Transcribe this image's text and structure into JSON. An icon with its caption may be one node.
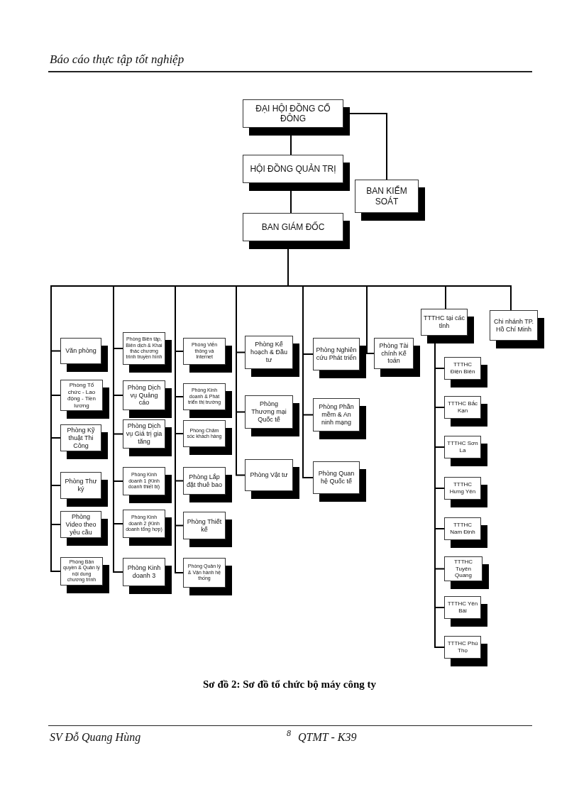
{
  "diagram": {
    "caption": "Sơ đồ 2: Sơ đồ tổ chức bộ máy công ty",
    "nodes": [
      {
        "text": [
          "ĐẠI HỘI ĐỒNG CỔ ĐÔNG"
        ]
      },
      {
        "text": [
          "HỘI ĐỒNG QUẢN TRỊ"
        ]
      },
      {
        "text": [
          "BAN KIỂM SOÁT"
        ]
      },
      {
        "text": [
          "BAN GIÁM ĐỐC"
        ]
      },
      {
        "text": [
          "Văn phòng"
        ]
      },
      {
        "text": [
          "Phòng Tổ chức - Lao động - Tiền lương"
        ]
      },
      {
        "text": [
          "Phòng Kỹ thuật Thi Công"
        ]
      },
      {
        "text": [
          "Phòng Thư ký"
        ]
      },
      {
        "text": [
          "Phòng Video theo yêu cầu"
        ]
      },
      {
        "text": [
          "Phòng Bản quyền & Quản lý nội dung chương trình"
        ]
      },
      {
        "text": [
          "Phòng Biên tập, Biên dịch & Khai thác chương trình truyền hình"
        ]
      },
      {
        "text": [
          "Phòng Dịch vụ Quảng cáo"
        ]
      },
      {
        "text": [
          "Phòng Dịch vụ Giá trị gia tăng"
        ]
      },
      {
        "text": [
          "Phòng Kinh doanh 1 (Kinh doanh thiết bị)"
        ]
      },
      {
        "text": [
          "Phòng Kinh doanh 2 (Kinh doanh tổng hợp)"
        ]
      },
      {
        "text": [
          "Phòng Kinh doanh 3"
        ]
      },
      {
        "text": [
          "Phòng Viễn thông và Internet"
        ]
      },
      {
        "text": [
          "Phòng Kinh doanh & Phát triển thị trường"
        ]
      },
      {
        "text": [
          "Phòng Chăm sóc khách hàng"
        ]
      },
      {
        "text": [
          "Phòng Lắp đặt thuê bao"
        ]
      },
      {
        "text": [
          "Phòng Thiết kế"
        ]
      },
      {
        "text": [
          "Phòng Quản lý & Vận hành hệ thống"
        ]
      },
      {
        "text": [
          "Phòng Kế hoạch & Đầu tư"
        ]
      },
      {
        "text": [
          "Phòng Thương mại Quốc tế"
        ]
      },
      {
        "text": [
          "Phòng Vật tư"
        ]
      },
      {
        "text": [
          "Phòng Nghiên cứu Phát triển"
        ]
      },
      {
        "text": [
          "Phòng Phần mềm & An ninh mạng"
        ]
      },
      {
        "text": [
          "Phòng Quan hệ Quốc tế"
        ]
      },
      {
        "text": [
          "Phòng Tài chính Kế toán"
        ]
      },
      {
        "text": [
          "TTTHC tại các tỉnh"
        ]
      },
      {
        "text": [
          "TTTHC Điện Biên"
        ]
      },
      {
        "text": [
          "TTTHC Bắc Kạn"
        ]
      },
      {
        "text": [
          "TTTHC Sơn La"
        ]
      },
      {
        "text": [
          "TTTHC Hưng Yên"
        ]
      },
      {
        "text": [
          "TTTHC Nam Định"
        ]
      },
      {
        "text": [
          "TTTHC Tuyên Quang"
        ]
      },
      {
        "text": [
          "TTTHC Yên Bái"
        ]
      },
      {
        "text": [
          "TTTHC Phú Thọ"
        ]
      },
      {
        "text": [
          "Chi nhánh TP. Hồ Chí Minh"
        ]
      }
    ],
    "edges": [
      {
        "from": 0,
        "to": 1,
        "arrow": "none"
      },
      {
        "from": 1,
        "to": 3,
        "arrow": "none"
      },
      {
        "from": 0,
        "to": 2,
        "arrow": "none"
      },
      {
        "from": 3,
        "to": 4,
        "arrow": "none"
      },
      {
        "from": 3,
        "to": 5,
        "arrow": "none"
      },
      {
        "from": 3,
        "to": 6,
        "arrow": "none"
      },
      {
        "from": 3,
        "to": 7,
        "arrow": "none"
      },
      {
        "from": 3,
        "to": 8,
        "arrow": "none"
      },
      {
        "from": 3,
        "to": 9,
        "arrow": "none"
      },
      {
        "from": 3,
        "to": 10,
        "arrow": "none"
      },
      {
        "from": 3,
        "to": 11,
        "arrow": "none"
      },
      {
        "from": 3,
        "to": 12,
        "arrow": "none"
      },
      {
        "from": 3,
        "to": 13,
        "arrow": "none"
      },
      {
        "from": 3,
        "to": 14,
        "arrow": "none"
      },
      {
        "from": 3,
        "to": 15,
        "arrow": "none"
      },
      {
        "from": 3,
        "to": 16,
        "arrow": "none"
      },
      {
        "from": 3,
        "to": 17,
        "arrow": "none"
      },
      {
        "from": 3,
        "to": 18,
        "arrow": "none"
      },
      {
        "from": 3,
        "to": 19,
        "arrow": "none"
      },
      {
        "from": 3,
        "to": 20,
        "arrow": "none"
      },
      {
        "from": 3,
        "to": 21,
        "arrow": "none"
      },
      {
        "from": 3,
        "to": 22,
        "arrow": "none"
      },
      {
        "from": 3,
        "to": 23,
        "arrow": "none"
      },
      {
        "from": 3,
        "to": 24,
        "arrow": "none"
      },
      {
        "from": 3,
        "to": 25,
        "arrow": "none"
      },
      {
        "from": 3,
        "to": 26,
        "arrow": "none"
      },
      {
        "from": 3,
        "to": 27,
        "arrow": "none"
      },
      {
        "from": 3,
        "to": 28,
        "arrow": "none"
      },
      {
        "from": 3,
        "to": 29,
        "arrow": "none"
      },
      {
        "from": 3,
        "to": 38,
        "arrow": "none"
      },
      {
        "from": 29,
        "to": 30,
        "arrow": "none"
      },
      {
        "from": 29,
        "to": 31,
        "arrow": "none"
      },
      {
        "from": 29,
        "to": 32,
        "arrow": "none"
      },
      {
        "from": 29,
        "to": 33,
        "arrow": "none"
      },
      {
        "from": 29,
        "to": 34,
        "arrow": "none"
      },
      {
        "from": 29,
        "to": 35,
        "arrow": "none"
      },
      {
        "from": 29,
        "to": 36,
        "arrow": "none"
      },
      {
        "from": 29,
        "to": 37,
        "arrow": "none"
      }
    ],
    "labels": [
      "Báo cáo thực tập tốt nghiệp",
      "SV Đỗ Quang Hùng",
      "8",
      "QTMT - K39"
    ]
  }
}
